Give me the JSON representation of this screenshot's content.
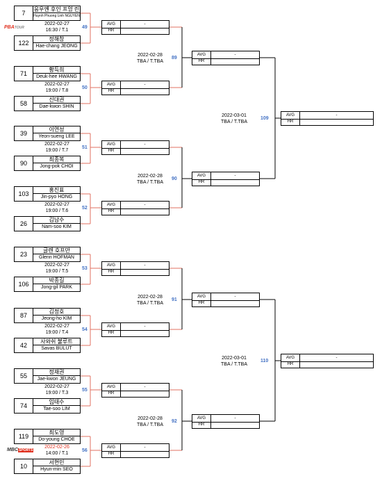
{
  "logos": {
    "top": {
      "pba": "PBA",
      "tour": "TOUR"
    },
    "bottom": {
      "mbc": "MBC",
      "sports": "SPORTS"
    }
  },
  "matches": [
    {
      "id": "49",
      "date": "2022-02-27",
      "time": "16:30 / T.1",
      "date_color": "#000000",
      "p1": {
        "seed": "7",
        "kr": "응우옌 후인 프엉 린",
        "en": "Huynh Phuong Linh NGUYEN"
      },
      "p2": {
        "seed": "122",
        "kr": "정해창",
        "en": "Hae-chang JEONG"
      },
      "result": {
        "avg_label": "AVG",
        "avg": "-",
        "hr_label": "HR",
        "hr": ""
      }
    },
    {
      "id": "50",
      "date": "2022-02-27",
      "time": "19:00 / T.8",
      "date_color": "#000000",
      "p1": {
        "seed": "71",
        "kr": "황득희",
        "en": "Deuk-hee HWANG"
      },
      "p2": {
        "seed": "58",
        "kr": "신대권",
        "en": "Dae-kwon SHIN"
      },
      "result": {
        "avg_label": "AVG",
        "avg": "-",
        "hr_label": "HR",
        "hr": ""
      }
    },
    {
      "id": "51",
      "date": "2022-02-27",
      "time": "19:00 / T.7",
      "date_color": "#000000",
      "p1": {
        "seed": "39",
        "kr": "이연성",
        "en": "Yeon-sueng LEE"
      },
      "p2": {
        "seed": "90",
        "kr": "최종복",
        "en": "Jong-pok CHOI"
      },
      "result": {
        "avg_label": "AVG",
        "avg": "-",
        "hr_label": "HR",
        "hr": ""
      }
    },
    {
      "id": "52",
      "date": "2022-02-27",
      "time": "19:00 / T.6",
      "date_color": "#000000",
      "p1": {
        "seed": "103",
        "kr": "홍진표",
        "en": "Jin-pyo HONG"
      },
      "p2": {
        "seed": "26",
        "kr": "김남수",
        "en": "Nam-soo KIM"
      },
      "result": {
        "avg_label": "AVG",
        "avg": "-",
        "hr_label": "HR",
        "hr": ""
      }
    },
    {
      "id": "53",
      "date": "2022-02-27",
      "time": "19:00 / T.5",
      "date_color": "#000000",
      "p1": {
        "seed": "23",
        "kr": "글렌 호프만",
        "en": "Glenn HOFMAN"
      },
      "p2": {
        "seed": "106",
        "kr": "박종길",
        "en": "Jong-gil PARK"
      },
      "result": {
        "avg_label": "AVG",
        "avg": "-",
        "hr_label": "HR",
        "hr": ""
      }
    },
    {
      "id": "54",
      "date": "2022-02-27",
      "time": "19:00 / T.4",
      "date_color": "#000000",
      "p1": {
        "seed": "87",
        "kr": "김정호",
        "en": "Jeong-ho KIM"
      },
      "p2": {
        "seed": "42",
        "kr": "사와쉬 불루트",
        "en": "Savas BULUT"
      },
      "result": {
        "avg_label": "AVG",
        "avg": "-",
        "hr_label": "HR",
        "hr": ""
      }
    },
    {
      "id": "55",
      "date": "2022-02-27",
      "time": "19:00 / T.3",
      "date_color": "#000000",
      "p1": {
        "seed": "55",
        "kr": "정재권",
        "en": "Jae-kwon JEUNG"
      },
      "p2": {
        "seed": "74",
        "kr": "임태수",
        "en": "Tae-soo LIM"
      },
      "result": {
        "avg_label": "AVG",
        "avg": "-",
        "hr_label": "HR",
        "hr": ""
      }
    },
    {
      "id": "56",
      "date": "2022-02-26",
      "time": "14:00 / T.1",
      "date_color": "#e0301e",
      "p1": {
        "seed": "119",
        "kr": "최도영",
        "en": "Do-young CHOE"
      },
      "p2": {
        "seed": "10",
        "kr": "서현민",
        "en": "Hyun-min SEO"
      },
      "result": {
        "avg_label": "AVG",
        "avg": "-",
        "hr_label": "HR",
        "hr": ""
      }
    }
  ],
  "round2": [
    {
      "id": "89",
      "date": "2022-02-28",
      "time": "TBA / T.TBA",
      "avg_label": "AVG",
      "avg": "-",
      "hr_label": "HR",
      "hr": ""
    },
    {
      "id": "90",
      "date": "2022-02-28",
      "time": "TBA / T.TBA",
      "avg_label": "AVG",
      "avg": "-",
      "hr_label": "HR",
      "hr": ""
    },
    {
      "id": "91",
      "date": "2022-02-28",
      "time": "TBA / T.TBA",
      "avg_label": "AVG",
      "avg": "-",
      "hr_label": "HR",
      "hr": ""
    },
    {
      "id": "92",
      "date": "2022-02-28",
      "time": "TBA / T.TBA",
      "avg_label": "AVG",
      "avg": "-",
      "hr_label": "HR",
      "hr": ""
    }
  ],
  "round3": [
    {
      "id": "109",
      "date": "2022-03-01",
      "time": "TBA / T.TBA",
      "avg_label": "AVG",
      "avg": "-",
      "hr_label": "HR",
      "hr": ""
    },
    {
      "id": "110",
      "date": "2022-03-01",
      "time": "TBA / T.TBA",
      "avg_label": "AVG",
      "avg": "-",
      "hr_label": "HR",
      "hr": ""
    }
  ],
  "colors": {
    "match_number": "#4472c4",
    "connector_red": "#e07060"
  }
}
